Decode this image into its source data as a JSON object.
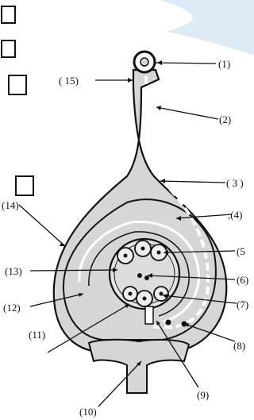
{
  "diagram": {
    "labels": [
      {
        "id": "1",
        "text": "(1)"
      },
      {
        "id": "2",
        "text": "(2)"
      },
      {
        "id": "3",
        "text": "( 3 )"
      },
      {
        "id": "4",
        "text": ",(4)"
      },
      {
        "id": "5",
        "text": "(5"
      },
      {
        "id": "6",
        "text": "(6)"
      },
      {
        "id": "7",
        "text": "(7)"
      },
      {
        "id": "8",
        "text": "(8)"
      },
      {
        "id": "9",
        "text": "(9)"
      },
      {
        "id": "10",
        "text": "(10)"
      },
      {
        "id": "11",
        "text": "(11)"
      },
      {
        "id": "12",
        "text": "(12)"
      },
      {
        "id": "13",
        "text": "(13)"
      },
      {
        "id": "14",
        "text": "(14)"
      },
      {
        "id": "15",
        "text": "( 15)"
      }
    ],
    "answer_boxes": 4
  },
  "colors": {
    "background": "#ffffff",
    "tint": "#cfe3f2",
    "stroke": "#111111",
    "fill": "#d6d6d6"
  }
}
